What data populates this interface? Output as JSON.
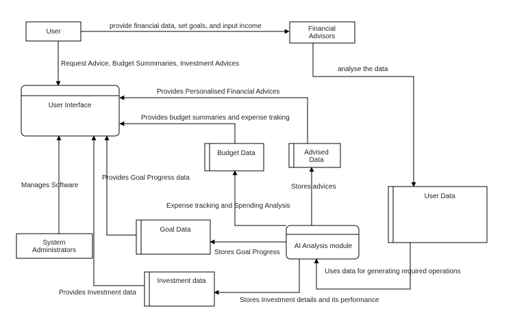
{
  "nodes": {
    "user": "User",
    "financial_advisors_1": "Financial",
    "financial_advisors_2": "Advisors",
    "user_interface": "User Interface",
    "budget_data": "Budget Data",
    "advised_data_1": "Advised",
    "advised_data_2": "Data",
    "user_data": "User Data",
    "goal_data": "Goal Data",
    "ai_module": "AI Analysis module",
    "system_admins_1": "System",
    "system_admins_2": "Administrators",
    "investment_data": "Investment data"
  },
  "edges": {
    "user_to_advisors": "provide financial data, set goals, and input income",
    "user_to_ui": "Request Advice, Budget Summmaries, Investment Advices",
    "advisors_analyse": "analyse the data",
    "advised_to_ui": "Provides Personalised Financial Advices",
    "budget_to_ui": "Provides budget summaries and expense traking",
    "admins_to_ui": "Manages Software",
    "goal_to_ui": "Provides Goal Progress data",
    "ai_to_budget": "Expense tracking and Spending Analysis",
    "ai_to_advised": "Stores advices",
    "ai_to_goal": "Stores Goal Progress",
    "userdata_to_ai": "Uses data for generating required operations",
    "investment_to_ui": "Provides Investment data",
    "ai_to_investment": "Stores Investment details and its performance"
  }
}
